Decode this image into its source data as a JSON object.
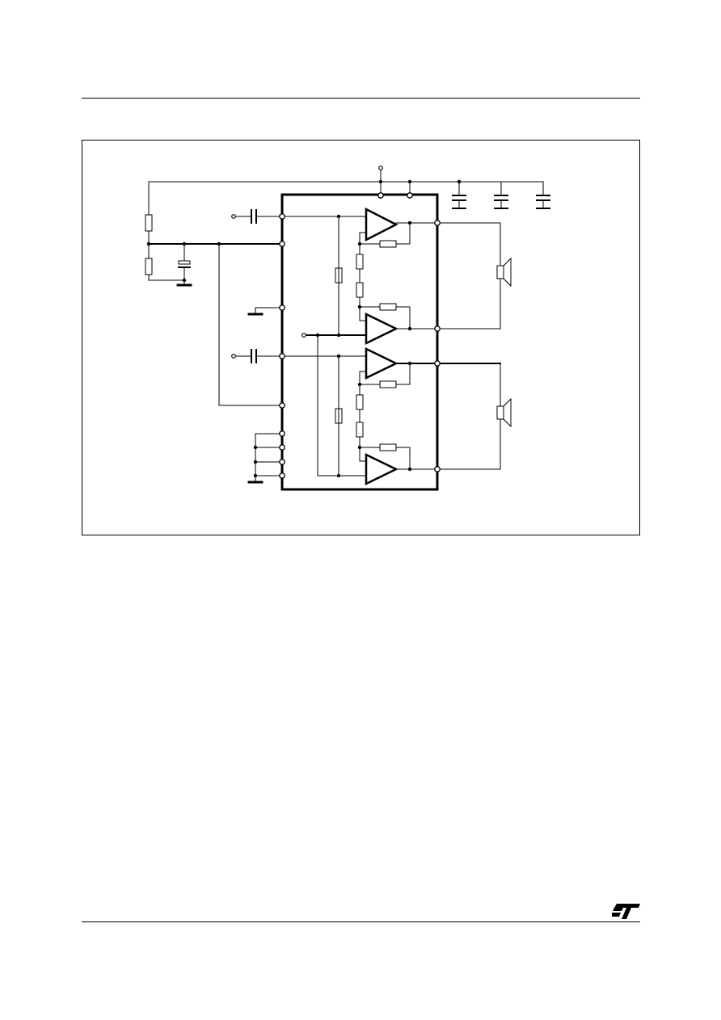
{
  "figure": {
    "kind": "application circuit schematic",
    "amplifier_count": 4,
    "speaker_count": 2
  },
  "colors": {
    "ink": "#000000",
    "paper": "#ffffff"
  },
  "logo": {
    "name": "st-logo-icon"
  }
}
